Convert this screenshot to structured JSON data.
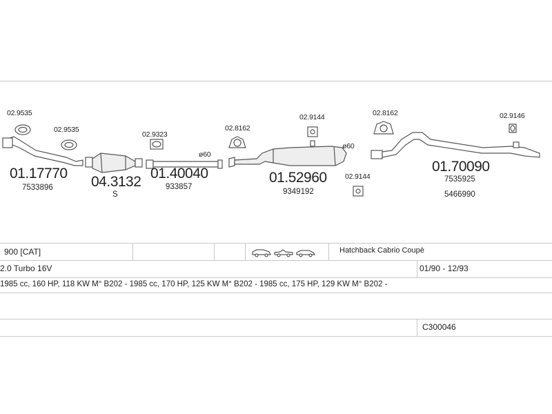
{
  "parts": {
    "gasket_a_code": "02.9535",
    "gasket_b_code": "02.9535",
    "front_pipe_code": "01.17770",
    "front_pipe_ref": "7533896",
    "catalyst_code": "04.3132",
    "catalyst_suffix": "S",
    "gasket_c_code": "02.9323",
    "inter_pipe_code": "01.40040",
    "inter_pipe_ref": "933857",
    "inter_pipe_dia": "ø60",
    "hanger_a_code": "02.8162",
    "clamp_a_code": "02.9144",
    "middle_box_code": "01.52960",
    "middle_box_ref": "9349192",
    "middle_box_dia": "ø60",
    "clamp_b_code": "02.9144",
    "hanger_b_code": "02.8162",
    "hanger_c_code": "02.9146",
    "rear_box_code": "01.70090",
    "rear_box_ref_1": "7535925",
    "rear_box_ref_2": "5466990"
  },
  "table": {
    "model": "900  [CAT]",
    "body_types": "Hatchback Cabrio Coupè",
    "engine": "2.0 Turbo 16V",
    "years": "01/90 - 12/93",
    "specs": "1985 cc, 160 HP, 118 KW M° B202 -  1985 cc, 170 HP, 125 KW M° B202 -  1985 cc, 175 HP, 129 KW M° B202 -",
    "system_code": "C300046"
  },
  "icons": [
    "hatchback-car-icon",
    "cabrio-car-icon",
    "coupe-car-icon"
  ],
  "colors": {
    "line": "#555555",
    "rule": "#c8c8c8",
    "text": "#222222"
  }
}
